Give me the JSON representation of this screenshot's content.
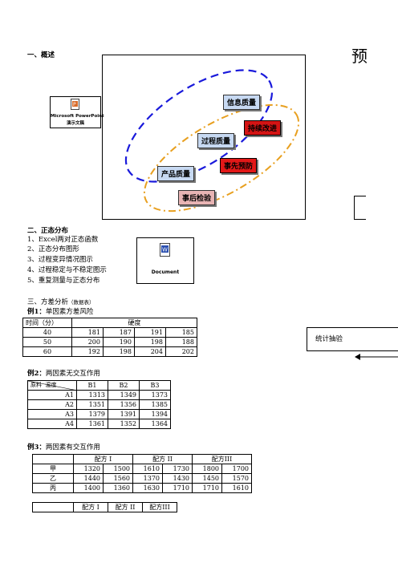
{
  "section1": {
    "title": "一、概述"
  },
  "right_title_char": "预",
  "ppt_object": {
    "caption_line1": "Microsoft PowerPoint",
    "caption_line2": "演示文稿"
  },
  "diagram": {
    "info_quality": "信息质量",
    "continuous_improvement": "持续改进",
    "process_quality": "过程质量",
    "pre_prevention": "事先预防",
    "product_quality": "产品质量",
    "post_inspection": "事后检验"
  },
  "section2": {
    "title": "二、正态分布",
    "items": [
      "1、Excel两对正态函数",
      "2、正态分布图形",
      "3、过程变异情况图示",
      "4、过程稳定与不稳定图示",
      "5、重复测量与正态分布"
    ]
  },
  "word_object": {
    "caption": "Document"
  },
  "section3": {
    "title": "三、方差分析",
    "note": "（数据表）"
  },
  "example1": {
    "label": "例1：",
    "title": "单因素方差风险",
    "header_col": "时间（分）",
    "header_span": "硬度",
    "rows": [
      [
        "40",
        "181",
        "187",
        "191",
        "185"
      ],
      [
        "50",
        "200",
        "190",
        "198",
        "188"
      ],
      [
        "60",
        "192",
        "198",
        "204",
        "202"
      ]
    ]
  },
  "example2": {
    "label": "例2：",
    "title": "两因素无交互作用",
    "corner_left": "原料",
    "corner_right": "温度",
    "columns": [
      "B1",
      "B2",
      "B3"
    ],
    "rows": [
      [
        "A1",
        "1313",
        "1349",
        "1373"
      ],
      [
        "A2",
        "1351",
        "1356",
        "1385"
      ],
      [
        "A3",
        "1379",
        "1391",
        "1394"
      ],
      [
        "A4",
        "1361",
        "1352",
        "1364"
      ]
    ]
  },
  "example3": {
    "label": "例3：",
    "title": "两因素有交互作用",
    "columns": [
      "配方 I",
      "配方 II",
      "配方III"
    ],
    "rows": [
      [
        "甲",
        "1320",
        "1500",
        "1610",
        "1730",
        "1800",
        "1700"
      ],
      [
        "乙",
        "1440",
        "1560",
        "1370",
        "1430",
        "1450",
        "1570"
      ],
      [
        "丙",
        "1400",
        "1360",
        "1630",
        "1710",
        "1710",
        "1610"
      ]
    ],
    "bottom_columns": [
      "配方 I",
      "配方 II",
      "配方III"
    ]
  },
  "right_side": {
    "sampling_label": "统计抽验"
  }
}
